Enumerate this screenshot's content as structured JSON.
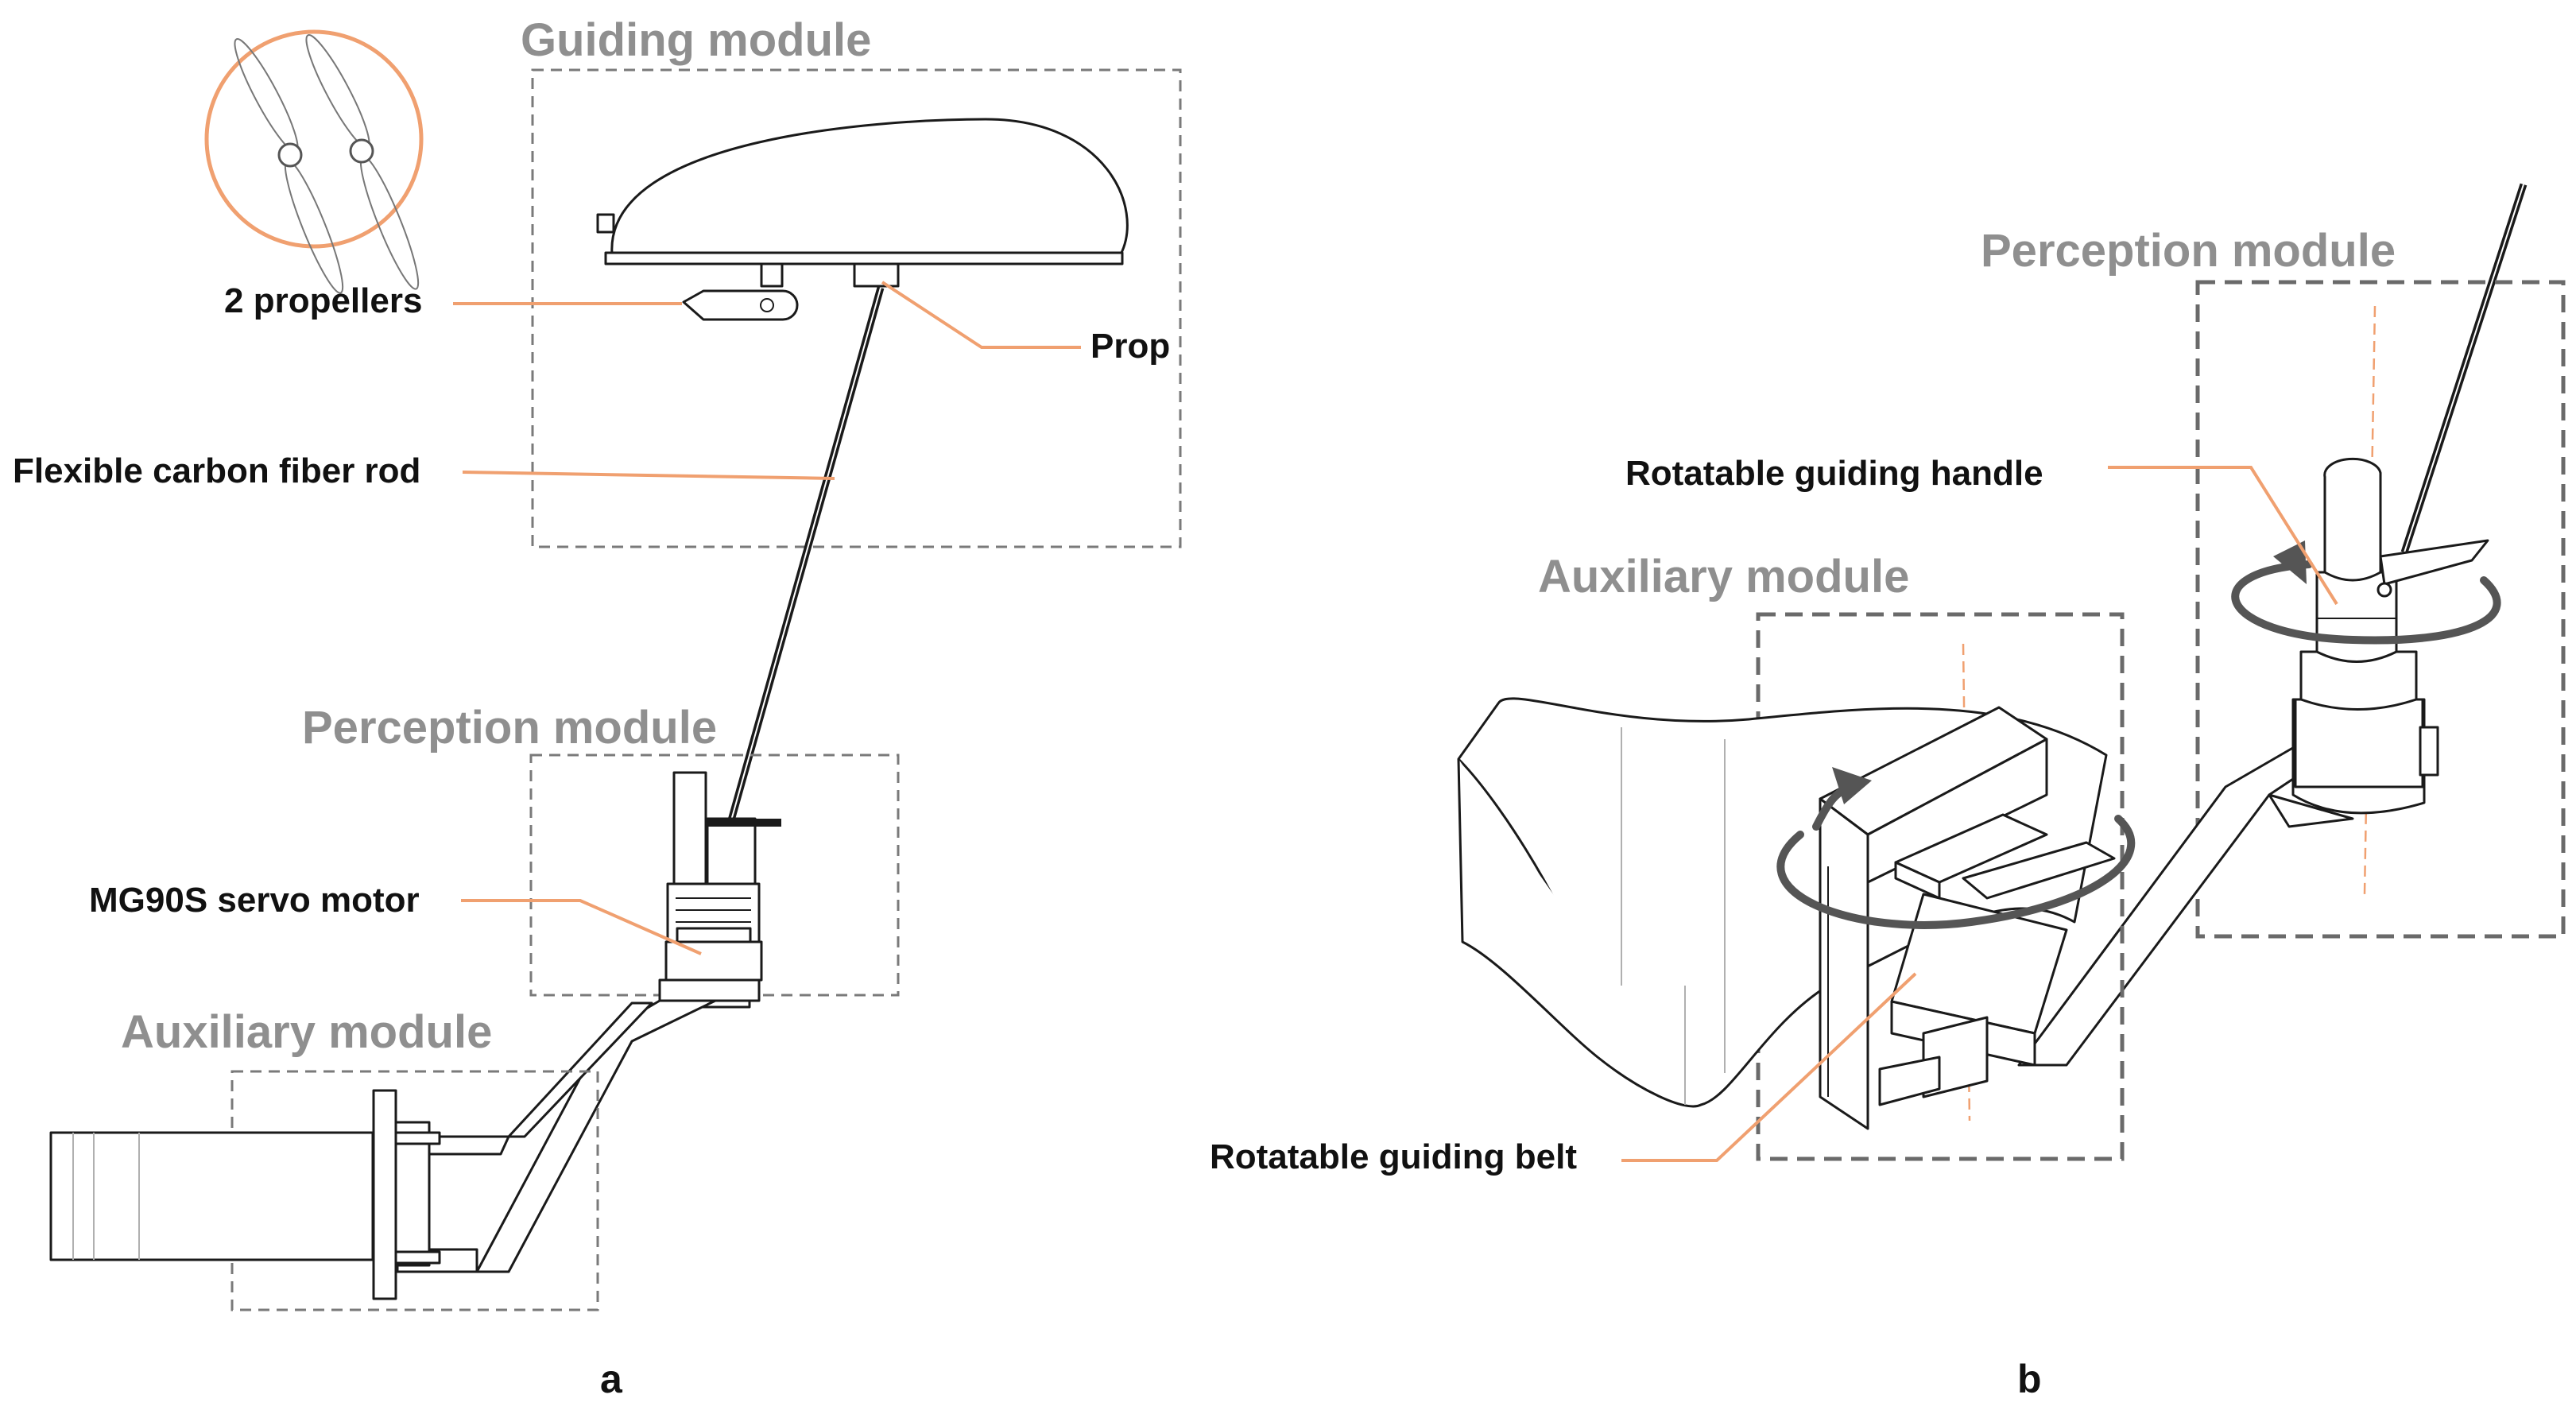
{
  "panel_a": {
    "letter": "a",
    "modules": {
      "guiding": "Guiding module",
      "perception": "Perception module",
      "auxiliary": "Auxiliary module"
    },
    "labels": {
      "propellers": "2 propellers",
      "prop": "Prop",
      "rod": "Flexible carbon fiber rod",
      "servo": "MG90S servo motor"
    }
  },
  "panel_b": {
    "letter": "b",
    "modules": {
      "perception": "Perception module",
      "auxiliary": "Auxiliary module"
    },
    "labels": {
      "handle": "Rotatable guiding handle",
      "belt": "Rotatable guiding belt"
    }
  },
  "colors": {
    "module_label": "#8f8f8f",
    "leader_line": "#f0a070",
    "dashed_box": "#7a7a7a",
    "line_art": "#1a1a1a",
    "rotation_arrow": "#555555"
  },
  "icons": [
    "propeller-icon",
    "rotation-arrow-icon"
  ]
}
